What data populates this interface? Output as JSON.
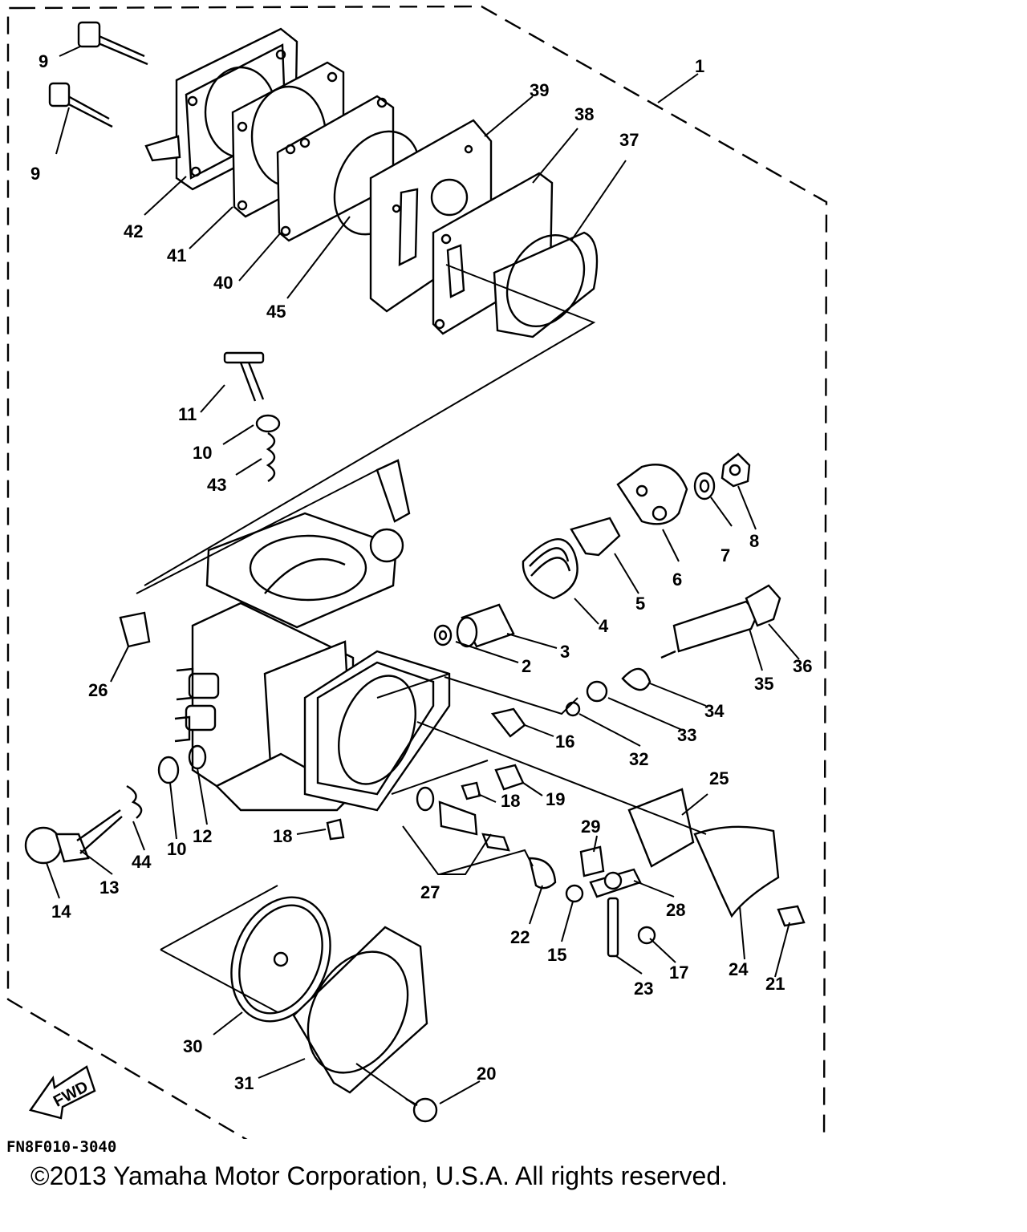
{
  "diagram": {
    "figure_code": "FN8F010-3040",
    "copyright": "©2013 Yamaha Motor Corporation, U.S.A. All rights reserved.",
    "fwd_label": "FWD",
    "part_labels": [
      {
        "id": "p1",
        "text": "1"
      },
      {
        "id": "p2",
        "text": "2"
      },
      {
        "id": "p3",
        "text": "3"
      },
      {
        "id": "p4",
        "text": "4"
      },
      {
        "id": "p5",
        "text": "5"
      },
      {
        "id": "p6",
        "text": "6"
      },
      {
        "id": "p7",
        "text": "7"
      },
      {
        "id": "p8",
        "text": "8"
      },
      {
        "id": "p9a",
        "text": "9"
      },
      {
        "id": "p9b",
        "text": "9"
      },
      {
        "id": "p10a",
        "text": "10"
      },
      {
        "id": "p10b",
        "text": "10"
      },
      {
        "id": "p11",
        "text": "11"
      },
      {
        "id": "p12",
        "text": "12"
      },
      {
        "id": "p13",
        "text": "13"
      },
      {
        "id": "p14",
        "text": "14"
      },
      {
        "id": "p15",
        "text": "15"
      },
      {
        "id": "p16",
        "text": "16"
      },
      {
        "id": "p17",
        "text": "17"
      },
      {
        "id": "p18a",
        "text": "18"
      },
      {
        "id": "p18b",
        "text": "18"
      },
      {
        "id": "p19",
        "text": "19"
      },
      {
        "id": "p20",
        "text": "20"
      },
      {
        "id": "p21",
        "text": "21"
      },
      {
        "id": "p22",
        "text": "22"
      },
      {
        "id": "p23",
        "text": "23"
      },
      {
        "id": "p24",
        "text": "24"
      },
      {
        "id": "p25",
        "text": "25"
      },
      {
        "id": "p26",
        "text": "26"
      },
      {
        "id": "p27",
        "text": "27"
      },
      {
        "id": "p28",
        "text": "28"
      },
      {
        "id": "p29",
        "text": "29"
      },
      {
        "id": "p30",
        "text": "30"
      },
      {
        "id": "p31",
        "text": "31"
      },
      {
        "id": "p32",
        "text": "32"
      },
      {
        "id": "p33",
        "text": "33"
      },
      {
        "id": "p34",
        "text": "34"
      },
      {
        "id": "p35",
        "text": "35"
      },
      {
        "id": "p36",
        "text": "36"
      },
      {
        "id": "p37",
        "text": "37"
      },
      {
        "id": "p38",
        "text": "38"
      },
      {
        "id": "p39",
        "text": "39"
      },
      {
        "id": "p40",
        "text": "40"
      },
      {
        "id": "p41",
        "text": "41"
      },
      {
        "id": "p42",
        "text": "42"
      },
      {
        "id": "p43",
        "text": "43"
      },
      {
        "id": "p44",
        "text": "44"
      },
      {
        "id": "p45",
        "text": "45"
      }
    ]
  }
}
